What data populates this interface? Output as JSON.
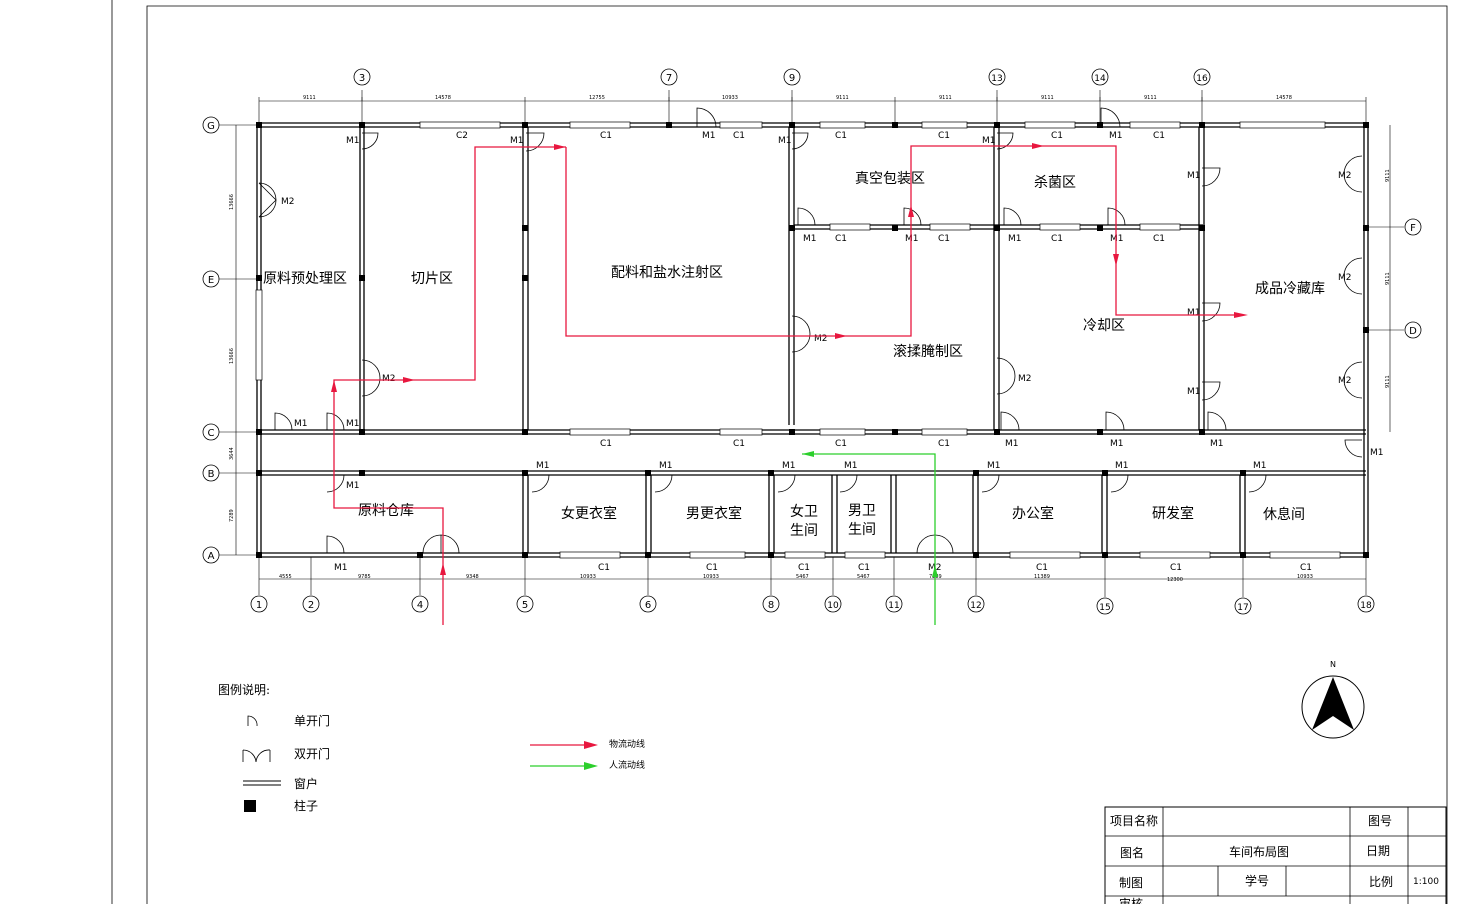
{
  "rooms": {
    "raw_pre": "原料预处理区",
    "slice": "切片区",
    "mixing": "配料和盐水注射区",
    "vacuum": "真空包装区",
    "steril": "杀菌区",
    "tumble": "滚揉腌制区",
    "cool": "冷却区",
    "cold_store": "成品冷藏库",
    "raw_store": "原料仓库",
    "f_locker": "女更衣室",
    "m_locker": "男更衣室",
    "f_wc": "女卫\n生间",
    "m_wc": "男卫\n生间",
    "office": "办公室",
    "rnd": "研发室",
    "rest": "休息间"
  },
  "axes_top": [
    "3",
    "7",
    "9",
    "13",
    "14",
    "16"
  ],
  "axes_bottom": [
    "1",
    "2",
    "4",
    "5",
    "6",
    "8",
    "10",
    "11",
    "12",
    "15",
    "17",
    "18"
  ],
  "axes_left": [
    "G",
    "E",
    "C",
    "B",
    "A"
  ],
  "axes_right": [
    "F",
    "D"
  ],
  "dims_top": [
    "9111",
    "14578",
    "12755",
    "10933",
    "9111",
    "9111",
    "9111",
    "9111",
    "14578"
  ],
  "dims_bottom": [
    "4555",
    "9785",
    "9348",
    "10933",
    "10933",
    "5467",
    "5467",
    "7289",
    "11389",
    "12300",
    "10933"
  ],
  "dims_left": [
    "13666",
    "13666",
    "3644",
    "7289"
  ],
  "dims_right": [
    "9111",
    "9111",
    "9111"
  ],
  "door_labels": {
    "m1": "M1",
    "m2": "M2",
    "c1": "C1",
    "c2": "C2"
  },
  "north": "N",
  "legend": {
    "title": "图例说明:",
    "single_door": "单开门",
    "double_door": "双开门",
    "window": "窗户",
    "column": "柱子",
    "material_flow": "物流动线",
    "people_flow": "人流动线"
  },
  "title_block": {
    "project_name": "项目名称",
    "drawing_no": "图号",
    "drawing_name_label": "图名",
    "drawing_name": "车间布局图",
    "date": "日期",
    "drawn_by": "制图",
    "student_no": "学号",
    "scale_label": "比例",
    "scale": "1:100",
    "review": "审核",
    "blank": ""
  },
  "colors": {
    "material_flow": "#e8173f",
    "people_flow": "#2ccf2c"
  }
}
